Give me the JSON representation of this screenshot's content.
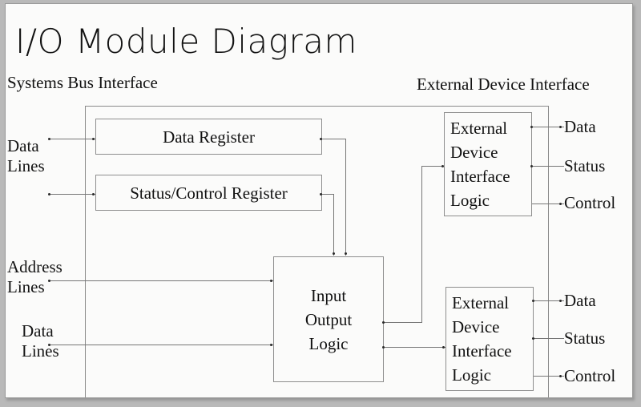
{
  "page": {
    "title": "I/O Module Diagram",
    "background_color": "#b9b9b9",
    "slide_color": "#fbfbfa",
    "line_color": "#767676",
    "text_color": "#121212"
  },
  "headers": {
    "left": "Systems Bus Interface",
    "right": "External Device Interface"
  },
  "bus_labels": [
    {
      "id": "data-lines-top",
      "line1": "Data",
      "line2": "Lines"
    },
    {
      "id": "address-lines",
      "line1": "Address",
      "line2": "Lines"
    },
    {
      "id": "data-lines-bottom",
      "line1": "Data",
      "line2": "Lines"
    }
  ],
  "boxes": {
    "data_register": "Data Register",
    "status_control_register": "Status/Control Register",
    "io_logic": "Input\nOutput\nLogic",
    "external_device_top": "External\nDevice\nInterface\nLogic",
    "external_device_bottom": "External\nDevice\nInterface\nLogic"
  },
  "external_signals": {
    "top": [
      "Data",
      "Status",
      "Control"
    ],
    "bottom": [
      "Data",
      "Status",
      "Control"
    ]
  }
}
